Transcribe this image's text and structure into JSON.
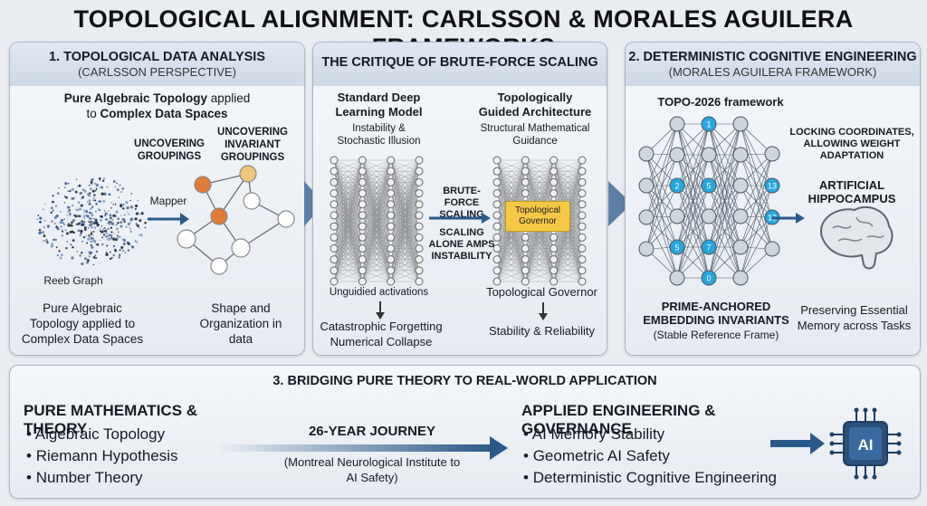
{
  "title": "TOPOLOGICAL ALIGNMENT: CARLSSON & MORALES AGUILERA FRAMEWORKS",
  "panel1": {
    "heading": "1. TOPOLOGICAL DATA ANALYSIS",
    "subheading": "(CARLSSON PERSPECTIVE)",
    "intro_bold": "Pure Algebraic Topology",
    "intro_mid": " applied",
    "intro_to": "to ",
    "intro_bold2": "Complex Data Spaces",
    "label_groupings": "UNCOVERING GROUPINGS",
    "label_invariant": "UNCOVERING INVARIANT GROUPINGS",
    "mapper": "Mapper",
    "reeb": "Reeb Graph",
    "caption_left": "Pure Algebraic Topology applied to Complex Data Spaces",
    "caption_right": "Shape and Organization in data"
  },
  "panel_mid": {
    "heading": "THE CRITIQUE OF BRUTE-FORCE SCALING",
    "left_title": "Standard Deep Learning Model",
    "left_sub": "Instability & Stochastic Illusion",
    "right_title": "Topologically Guided Architecture",
    "right_sub": "Structural Mathematical Guidance",
    "brute": "BRUTE-FORCE SCALING",
    "scaling": "SCALING ALONE AMPS INSTABILITY",
    "governor": "Topological Governor",
    "unguided": "Unguidied activations",
    "forgetting": "Catastrophic Forgetting Numerical Collapse",
    "governor_label": "Topological Governor",
    "stability": "Stability & Reliability"
  },
  "panel2": {
    "heading": "2. DETERMINISTIC COGNITIVE ENGINEERING",
    "subheading": "(MORALES AGUILERA FRAMEWORK)",
    "framework": "TOPO-2026 framework",
    "locking": "LOCKING COORDINATES, ALLOWING WEIGHT ADAPTATION",
    "hippocampus": "ARTIFICIAL HIPPOCAMPUS",
    "prime": "PRIME-ANCHORED EMBEDDING INVARIANTS",
    "stable": "(Stable Reference Frame)",
    "preserving": "Preserving Essential Memory across Tasks",
    "node_labels": [
      "1",
      "2",
      "5",
      "13",
      "5",
      "7",
      "13",
      "0"
    ]
  },
  "panel3": {
    "heading": "3. BRIDGING PURE THEORY TO REAL-WORLD APPLICATION",
    "left_title": "PURE MATHEMATICS & THEORY",
    "left_items": [
      "Algebraic Topology",
      "Riemann Hypothesis",
      "Number Theory"
    ],
    "journey": "26-YEAR JOURNEY",
    "journey_sub": "(Montreal Neurological Institute to AI Safety)",
    "right_title": "APPLIED ENGINEERING & GOVERNANCE",
    "right_items": [
      "AI Memory Stability",
      "Geometric AI Safety",
      "Deterministic Cognitive Engineering"
    ],
    "ai_chip": "AI"
  },
  "colors": {
    "accent": "#2a5a8a",
    "node_blue": "#25a8e0",
    "governor": "#f6c945",
    "orange": "#e07b3a"
  }
}
